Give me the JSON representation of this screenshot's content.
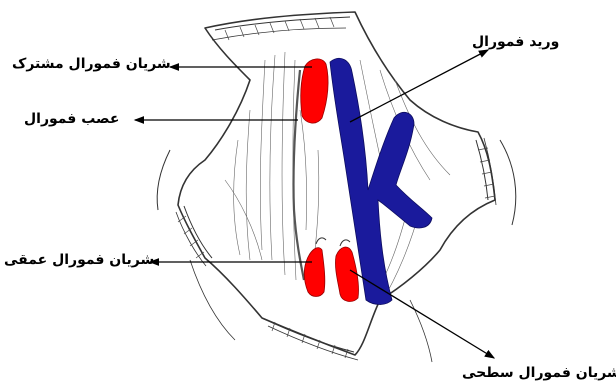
{
  "labels": {
    "common_femoral_artery": "شریان فمورال مشترک",
    "femoral_nerve": "عصب فمورال",
    "deep_femoral_artery": "شریان فمورال عمقی",
    "femoral_vein": "ورید فمورال",
    "superficial_femoral_artery": "شریان فمورال سطحی"
  },
  "colors": {
    "artery": "#ff0000",
    "vein": "#1a1a9c",
    "line_art": "#333333"
  }
}
